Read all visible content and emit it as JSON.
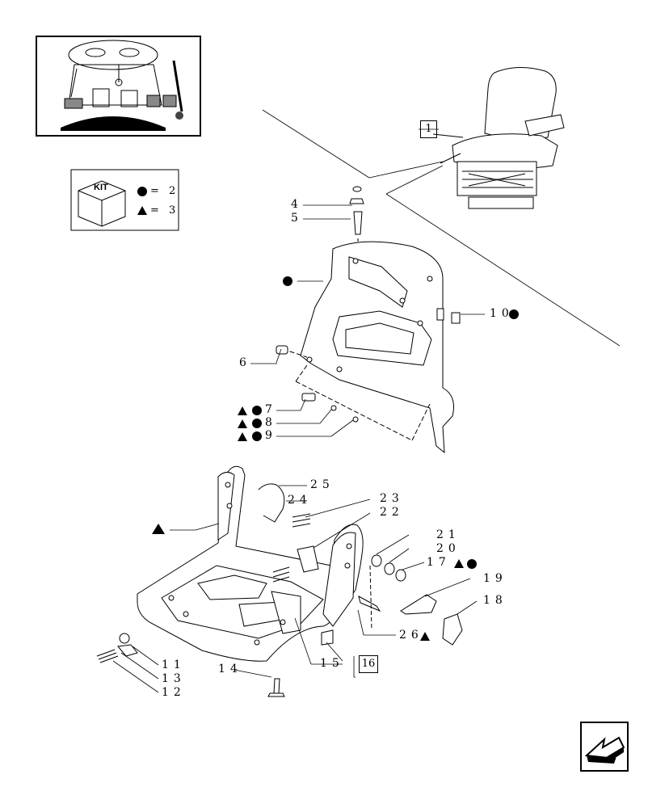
{
  "kit_legend": {
    "kit_label": "KIT",
    "circle_text": "= 2",
    "triangle_text": "= 3"
  },
  "callouts": {
    "c1": "1",
    "c4": "4",
    "c5": "5",
    "c6": "6",
    "c7": "7",
    "c8": "8",
    "c9": "9",
    "c10": "10",
    "c11": "11",
    "c12": "12",
    "c13": "13",
    "c14": "14",
    "c15": "15",
    "c16": "16",
    "c17": "17",
    "c18": "18",
    "c19": "19",
    "c20": "20",
    "c21": "21",
    "c22": "22",
    "c23": "23",
    "c24": "24",
    "c25": "25",
    "c26": "26"
  },
  "icons": {
    "nav": "back-arrow-icon",
    "circle_marker": "circle-marker-icon",
    "triangle_marker": "triangle-marker-icon"
  },
  "colors": {
    "ink": "#000000",
    "paper": "#ffffff",
    "seat_shade": "#d8d8d8"
  }
}
